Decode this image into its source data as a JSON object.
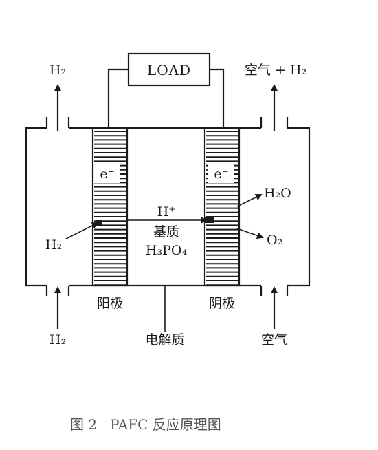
{
  "load_label": "LOAD",
  "top_left_gas": "H₂",
  "top_right_gas": "空气 + H₂",
  "bottom_left_gas": "H₂",
  "bottom_right_gas": "空气",
  "electron_left": "e⁻",
  "electron_right": "e⁻",
  "ion_label": "H⁺",
  "matrix_label": "基质",
  "acid_label": "H₃PO₄",
  "inlet_h2": "H₂",
  "outlet_water": "H₂O",
  "inlet_o2": "O₂",
  "electrode_left_label": "阳极",
  "electrode_right_label": "阴极",
  "electrolyte_label": "电解质",
  "caption": "图 2   PAFC 反应原理图",
  "colors": {
    "ink": "#1a1a1a",
    "caption": "#555555"
  }
}
